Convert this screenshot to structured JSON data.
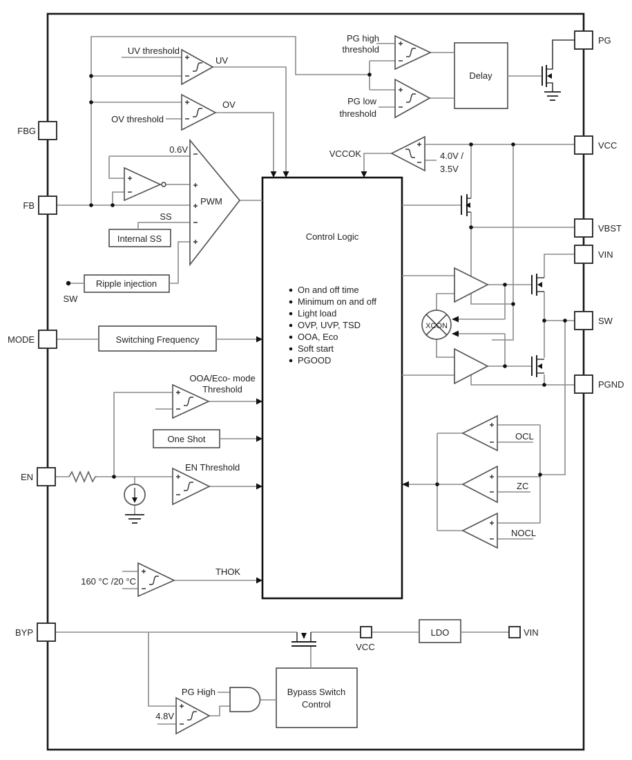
{
  "pins": {
    "left": [
      {
        "name": "FBG"
      },
      {
        "name": "FB"
      },
      {
        "name": "MODE"
      },
      {
        "name": "EN"
      },
      {
        "name": "BYP"
      }
    ],
    "right": [
      {
        "name": "PG"
      },
      {
        "name": "VCC"
      },
      {
        "name": "VBST"
      },
      {
        "name": "VIN"
      },
      {
        "name": "SW"
      },
      {
        "name": "PGND"
      }
    ],
    "internal": [
      {
        "name": "VCC"
      },
      {
        "name": "VIN"
      }
    ]
  },
  "control_logic": {
    "title": "Control Logic",
    "bullets": [
      "On and off time",
      "Minimum on and off",
      "Light load",
      "OVP, UVP, TSD",
      "OOA, Eco",
      "Soft start",
      "PGOOD"
    ]
  },
  "blocks": {
    "delay": "Delay",
    "internal_ss": "Internal SS",
    "ripple_injection": "Ripple injection",
    "switching_frequency": "Switching Frequency",
    "one_shot": "One Shot",
    "ldo": "LDO",
    "bypass_line1": "Bypass Switch",
    "bypass_line2": "Control"
  },
  "signals": {
    "uv": "UV",
    "ov": "OV",
    "pwm": "PWM",
    "ss": "SS",
    "sw": "SW",
    "vccok": "VCCOK",
    "thok": "THOK",
    "ocl": "OCL",
    "zc": "ZC",
    "nocl": "NOCL",
    "xcon": "XCON",
    "pg_high": "PG High"
  },
  "thresholds": {
    "uv": "UV threshold",
    "ov": "OV threshold",
    "ref": "0.6V",
    "ooa_line1": "OOA/Eco- mode",
    "ooa_line2": "Threshold",
    "en": "EN Threshold",
    "temp": "160 °C /20 °C",
    "pg_high_line1": "PG high",
    "pg_high_line2": "threshold",
    "pg_low_line1": "PG low",
    "pg_low_line2": "threshold",
    "vcc_line1": "4.0V /",
    "vcc_line2": "3.5V",
    "byp": "4.8V"
  },
  "colors": {
    "ink": "#1a1a1a",
    "wire": "#8a8a8a",
    "background": "#ffffff"
  }
}
